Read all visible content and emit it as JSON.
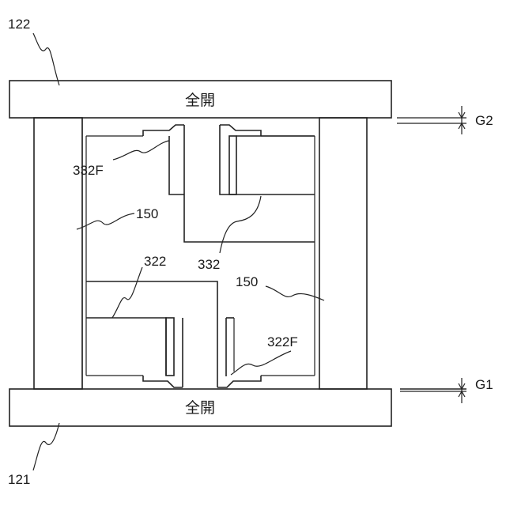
{
  "plates": {
    "upper": {
      "ref": "122",
      "text": "全開"
    },
    "lower": {
      "ref": "121",
      "text": "全開"
    }
  },
  "gaps": {
    "upper": "G2",
    "lower": "G1"
  },
  "labels": {
    "core_upper": "150",
    "core_lower": "150",
    "flange_upper": "332F",
    "block_upper": "332",
    "block_lower": "322",
    "flange_lower": "322F"
  }
}
